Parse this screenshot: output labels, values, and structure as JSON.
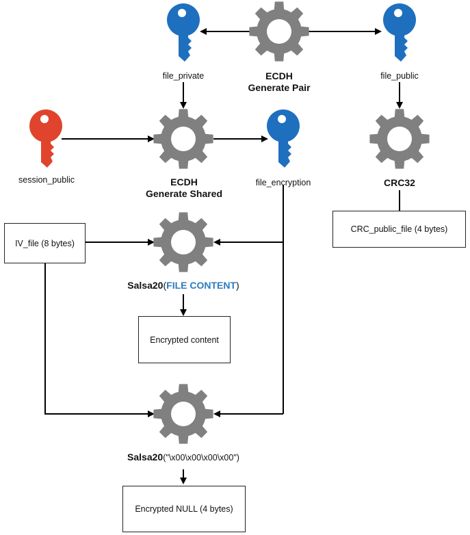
{
  "keys": {
    "file_private": "file_private",
    "file_public": "file_public",
    "session_public": "session_public",
    "file_encryption": "file_encryption"
  },
  "operations": {
    "ecdh_pair": {
      "line1": "ECDH",
      "line2": "Generate Pair"
    },
    "ecdh_shared": {
      "line1": "ECDH",
      "line2": "Generate Shared"
    },
    "crc32": "CRC32",
    "salsa_content": {
      "func": "Salsa20",
      "open": "(",
      "arg": "FILE CONTENT",
      "close": ")"
    },
    "salsa_null": {
      "func": "Salsa20",
      "arg": "(\"\\x00\\x00\\x00\\x00\")"
    }
  },
  "boxes": {
    "iv_file": "IV_file (8 bytes)",
    "crc_public_file": "CRC_public_file (4 bytes)",
    "encrypted_content": "Encrypted content",
    "encrypted_null": "Encrypted NULL (4 bytes)"
  },
  "colors": {
    "key_blue": "#1f6fbf",
    "key_red": "#e0442c",
    "gear_gray": "#808080",
    "highlight_blue": "#2b7bbf",
    "line": "#000000"
  }
}
